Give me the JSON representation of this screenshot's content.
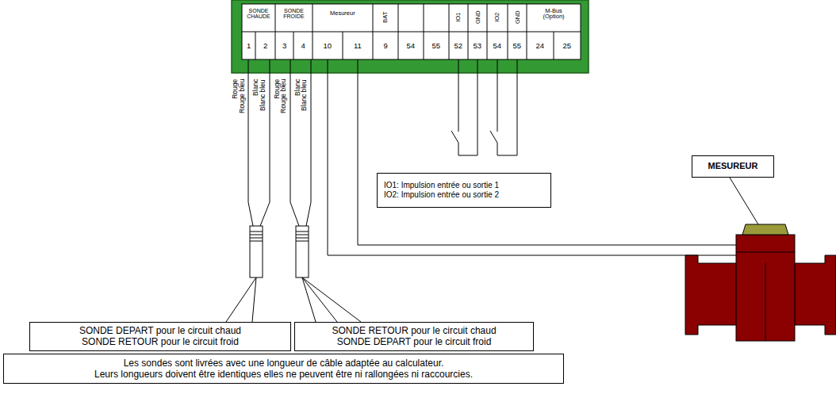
{
  "diagram": {
    "nodes": [
      {
        "text": [
          "MESUREUR"
        ]
      },
      {
        "text": [
          "IO1: Impulsion entrée ou sortie 1",
          "IO2: Impulsion entrée ou sortie 2"
        ]
      },
      {
        "text": [
          "SONDE DEPART pour le circuit chaud",
          "SONDE RETOUR pour le circuit froid"
        ]
      },
      {
        "text": [
          "SONDE RETOUR pour le circuit chaud",
          "SONDE DEPART pour le circuit froid"
        ]
      },
      {
        "text": [
          "Les sondes sont livrées avec une longueur de câble adaptée au calculateur.",
          "Leurs longueurs doivent être identiques elles ne peuvent être ni rallongées ni raccourcies."
        ]
      }
    ],
    "labels": [
      "SONDE CHAUDE",
      "SONDE FROIDE",
      "Mesureur",
      "BAT",
      "IO1",
      "GND",
      "IO2",
      "GND",
      "M-Bus (Option)",
      "1",
      "2",
      "3",
      "4",
      "10",
      "11",
      "9",
      "54",
      "55",
      "52",
      "53",
      "54",
      "55",
      "24",
      "25",
      "Rouge",
      "Rouge bleu",
      "Blanc",
      "Blanc bleu",
      "Rouge",
      "Rouge bleu",
      "Blanc",
      "Blanc bleu"
    ]
  }
}
